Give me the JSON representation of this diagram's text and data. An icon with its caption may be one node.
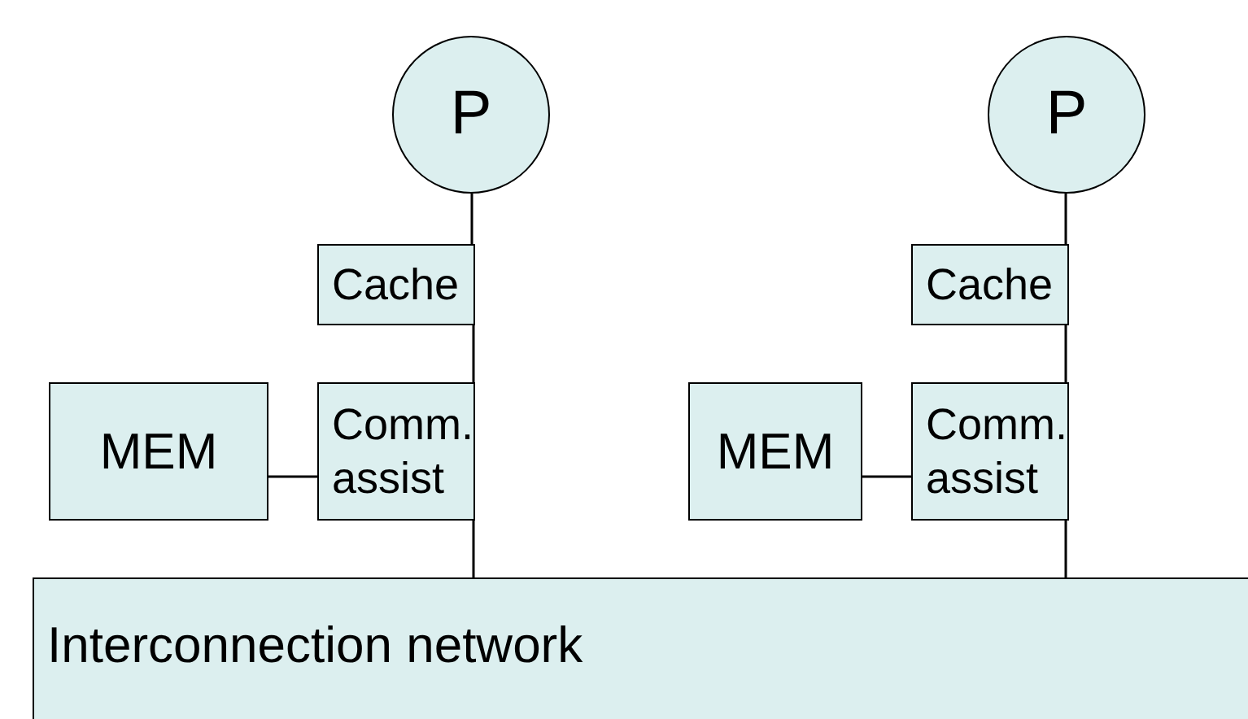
{
  "diagram": {
    "nodes": [
      {
        "text": [
          "P"
        ]
      },
      {
        "text": [
          "P"
        ]
      },
      {
        "text": [
          "Cache"
        ]
      },
      {
        "text": [
          "Cache"
        ]
      },
      {
        "text": [
          "MEM"
        ]
      },
      {
        "text": [
          "Comm. assist"
        ]
      },
      {
        "text": [
          "MEM"
        ]
      },
      {
        "text": [
          "Comm. assist"
        ]
      },
      {
        "text": [
          "Interconnection network"
        ]
      }
    ],
    "edges": [
      {
        "from": 0,
        "to": 2,
        "arrow": "none"
      },
      {
        "from": 1,
        "to": 3,
        "arrow": "none"
      },
      {
        "from": 2,
        "to": 5,
        "arrow": "none"
      },
      {
        "from": 3,
        "to": 7,
        "arrow": "none"
      },
      {
        "from": 4,
        "to": 5,
        "arrow": "none"
      },
      {
        "from": 6,
        "to": 7,
        "arrow": "none"
      },
      {
        "from": 5,
        "to": 8,
        "arrow": "none"
      },
      {
        "from": 7,
        "to": 8,
        "arrow": "none"
      }
    ]
  }
}
